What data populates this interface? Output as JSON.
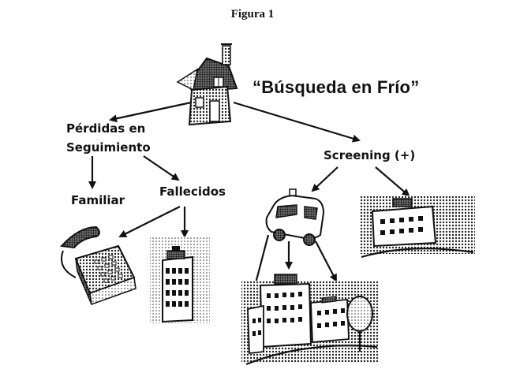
{
  "figure_label": "Figura 1",
  "title": "“Búsqueda en Frío”",
  "nodes": {
    "perdidas_line1": "Pérdidas en",
    "perdidas_line2": "Seguimiento",
    "familiar": "Familiar",
    "fallecidos": "Fallecidos",
    "screening": "Screening (+)"
  },
  "icons": [
    "house-icon",
    "telephone-icon",
    "office-building-icon",
    "ambulance-icon",
    "hospital-complex-icon",
    "hospital-building-icon"
  ]
}
